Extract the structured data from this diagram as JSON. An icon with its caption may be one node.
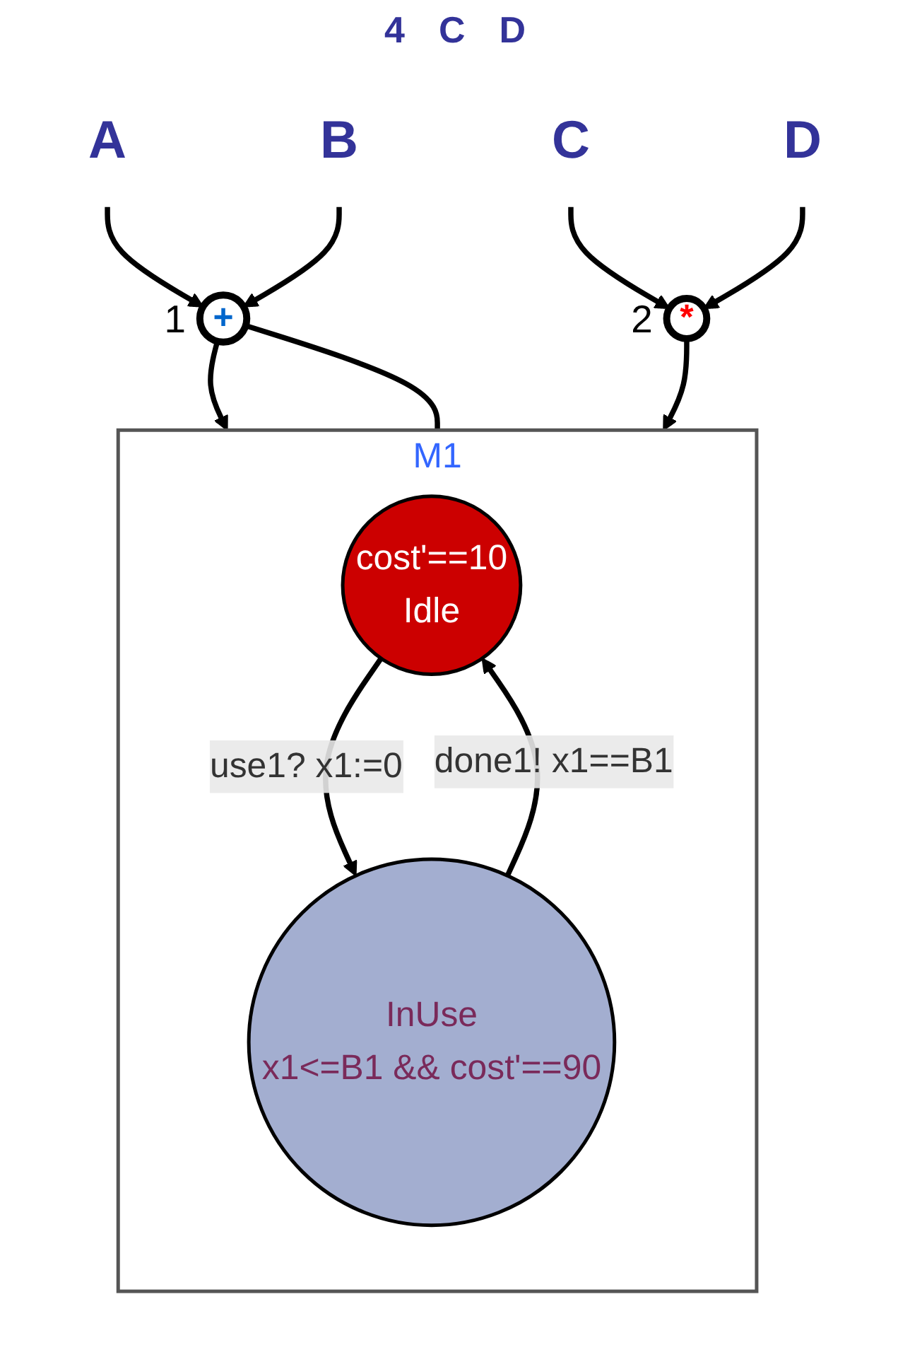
{
  "diagram": {
    "nodes": [
      {
        "text": [
          "A"
        ]
      },
      {
        "text": [
          "B"
        ]
      },
      {
        "text": [
          "C"
        ]
      },
      {
        "text": [
          "D"
        ]
      },
      {
        "text": [
          "+"
        ],
        "beside": [
          "1"
        ]
      },
      {
        "text": [
          "*"
        ],
        "beside": [
          "2"
        ]
      },
      {
        "text": [
          "M1"
        ]
      },
      {
        "text": [
          "cost'==10",
          "Idle"
        ],
        "in": 6
      },
      {
        "text": [
          "InUse",
          "x1<=B1 && cost'==90"
        ],
        "in": 6
      }
    ],
    "edges": [
      {
        "from": 0,
        "to": 4,
        "arrow": "to"
      },
      {
        "from": 1,
        "to": 4,
        "arrow": "to"
      },
      {
        "from": 2,
        "to": 5,
        "arrow": "to"
      },
      {
        "from": 3,
        "to": 5,
        "arrow": "to"
      },
      {
        "from": 4,
        "to": 6,
        "arrow": "to"
      },
      {
        "from": 4,
        "to": 6,
        "arrow": "none"
      },
      {
        "from": 5,
        "to": 6,
        "arrow": "to"
      },
      {
        "from": 7,
        "to": 8,
        "arrow": "to",
        "label": "use1? x1:=0"
      },
      {
        "from": 8,
        "to": 7,
        "arrow": "to",
        "label": "done1! x1==B1"
      }
    ],
    "labels": [
      "4",
      "C",
      "D"
    ]
  }
}
